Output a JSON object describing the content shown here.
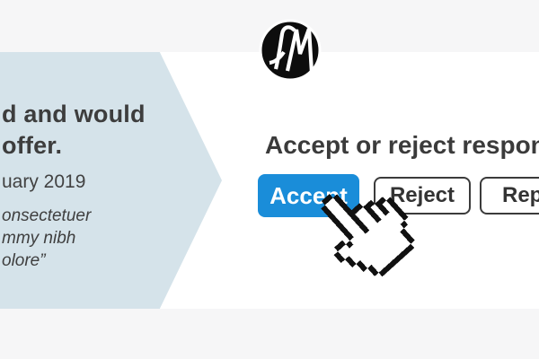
{
  "logo": {
    "monogram": "GM",
    "icon": "gm-monogram-badge"
  },
  "left_panel": {
    "heading_line1": "d and would",
    "heading_line2": "offer.",
    "date": "uary 2019",
    "quote_line1": "onsectetuer",
    "quote_line2": "mmy nibh",
    "quote_line3": "olore”"
  },
  "main": {
    "heading": "Accept or reject respon",
    "accept_label": "Accept",
    "reject_label": "Reject",
    "report_label": "Rep"
  },
  "icons": {
    "cursor": "pixelated-hand-pointer-cursor"
  },
  "colors": {
    "accent_blue": "#1a8dd9",
    "panel_blue": "#d5e3ea",
    "strip_gray": "#f6f6f7",
    "text_dark": "#3d3d3d",
    "button_border": "#3b3b3b"
  }
}
